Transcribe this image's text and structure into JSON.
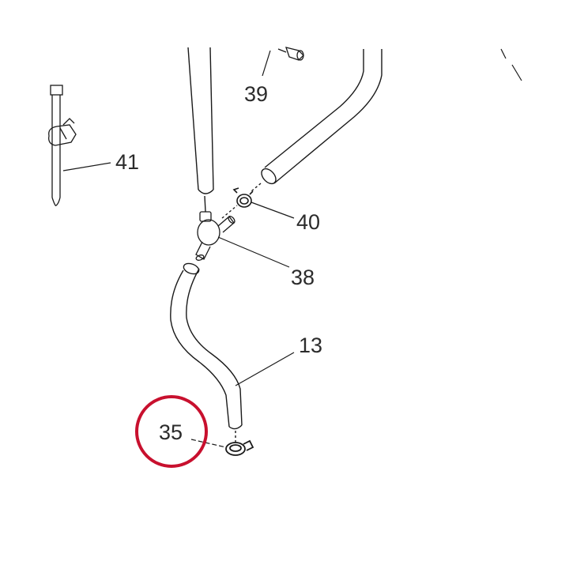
{
  "diagram": {
    "callouts": {
      "c39": "39",
      "c41": "41",
      "c40": "40",
      "c38": "38",
      "c13": "13",
      "c35": "35"
    },
    "highlighted_part": "35",
    "colors": {
      "line": "#1a1a1a",
      "highlight_circle": "#c8102e",
      "background": "#ffffff"
    }
  }
}
